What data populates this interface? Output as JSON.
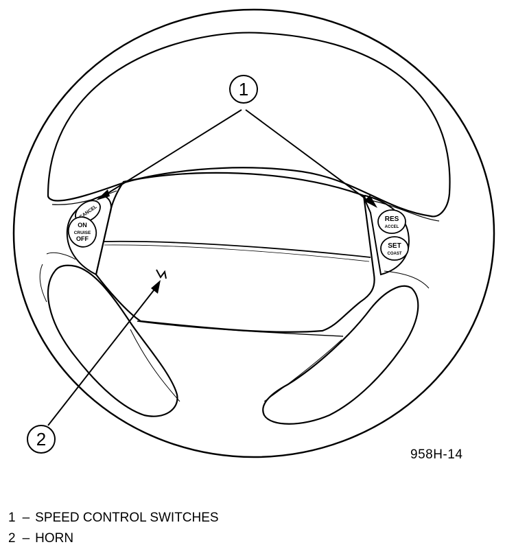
{
  "callouts": {
    "one": "1",
    "two": "2"
  },
  "switches_left": {
    "cancel": "CANCEL",
    "on": "ON",
    "cruise": "CRUISE",
    "off": "OFF"
  },
  "switches_right": {
    "res": "RES",
    "accel": "ACCEL",
    "set": "SET",
    "coast": "COAST"
  },
  "figure_id": "958H-14",
  "legend": [
    {
      "number": "1",
      "dash": "–",
      "label": "SPEED CONTROL SWITCHES"
    },
    {
      "number": "2",
      "dash": "–",
      "label": "HORN"
    }
  ]
}
